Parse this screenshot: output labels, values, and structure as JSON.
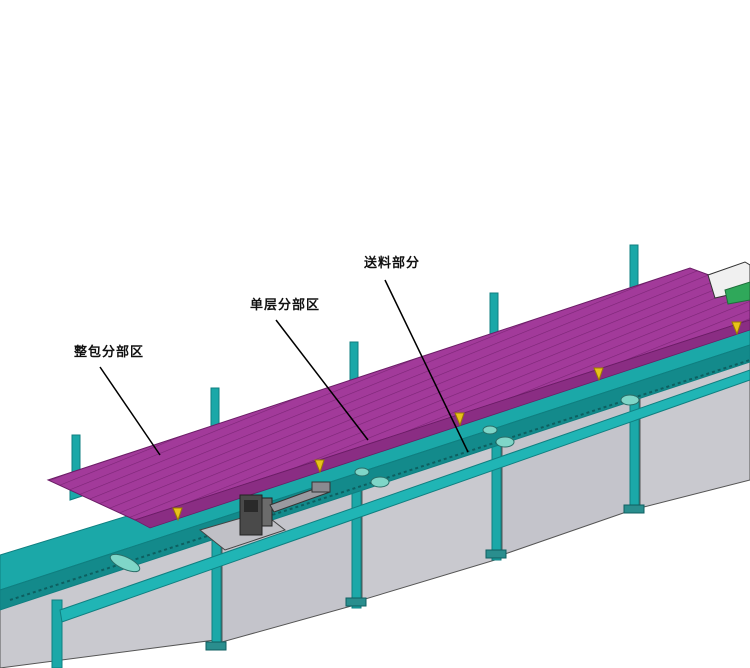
{
  "annotations": [
    {
      "id": "bundle-division",
      "text": "整包分部区"
    },
    {
      "id": "single-layer-division",
      "text": "单层分部区"
    },
    {
      "id": "feeding-section",
      "text": "送料部分"
    }
  ],
  "colors": {
    "frame": "#1ba8a8",
    "frame_dark": "#0f7f80",
    "panel": "#c9c9cf",
    "panel_dark": "#9a9aa3",
    "sheet": "#a23a9a",
    "sheet_line": "#7c2576",
    "marker": "#e8c21a",
    "background": "#ffffff"
  }
}
